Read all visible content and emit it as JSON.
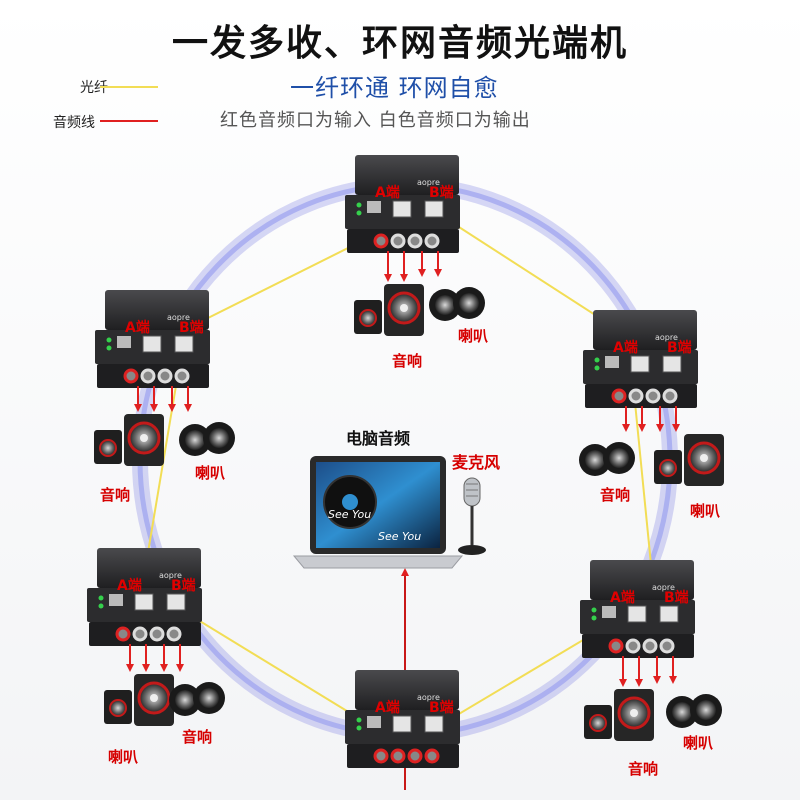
{
  "header": {
    "title": "一发多收、环网音频光端机",
    "subtitle": "一纤环通   环网自愈",
    "note": "红色音频口为输入   白色音频口为输出"
  },
  "legend": [
    {
      "label": "光纤",
      "color": "#f2dd55"
    },
    {
      "label": "音频线",
      "color": "#e02020"
    }
  ],
  "colors": {
    "ring": "#8b8fe6",
    "fiber": "#f2dd55",
    "audio": "#e02020",
    "device_body": "#2c2c2e"
  },
  "devices": [
    {
      "port_a": "A端",
      "port_b": "B端",
      "brand": "aopre",
      "outputs": [
        {
          "label": "音响",
          "icon": "speaker-system-icon"
        },
        {
          "label": "喇叭",
          "icon": "horn-speaker-icon"
        }
      ]
    },
    {
      "port_a": "A端",
      "port_b": "B端",
      "brand": "aopre",
      "outputs": [
        {
          "label": "音响",
          "icon": "speaker-system-icon"
        },
        {
          "label": "喇叭",
          "icon": "horn-speaker-icon"
        }
      ]
    },
    {
      "port_a": "A端",
      "port_b": "B端",
      "brand": "aopre",
      "outputs": [
        {
          "label": "喇叭",
          "icon": "horn-speaker-icon"
        },
        {
          "label": "音响",
          "icon": "speaker-system-icon"
        }
      ]
    },
    {
      "port_a": "A端",
      "port_b": "B端",
      "brand": "aopre",
      "outputs": [
        {
          "label": "音响",
          "icon": "speaker-system-icon"
        },
        {
          "label": "喇叭",
          "icon": "horn-speaker-icon"
        }
      ]
    },
    {
      "port_a": "A端",
      "port_b": "B端",
      "brand": "aopre",
      "outputs": [
        {
          "label": "音响",
          "icon": "speaker-system-icon"
        },
        {
          "label": "喇叭",
          "icon": "horn-speaker-icon"
        }
      ]
    },
    {
      "port_a": "A端",
      "port_b": "B端",
      "brand": "aopre",
      "role": "transmitter"
    }
  ],
  "center": {
    "computer_label": "电脑音频",
    "mic_label": "麦克风",
    "screen_text": "See You",
    "screen_text_2": "See You"
  }
}
